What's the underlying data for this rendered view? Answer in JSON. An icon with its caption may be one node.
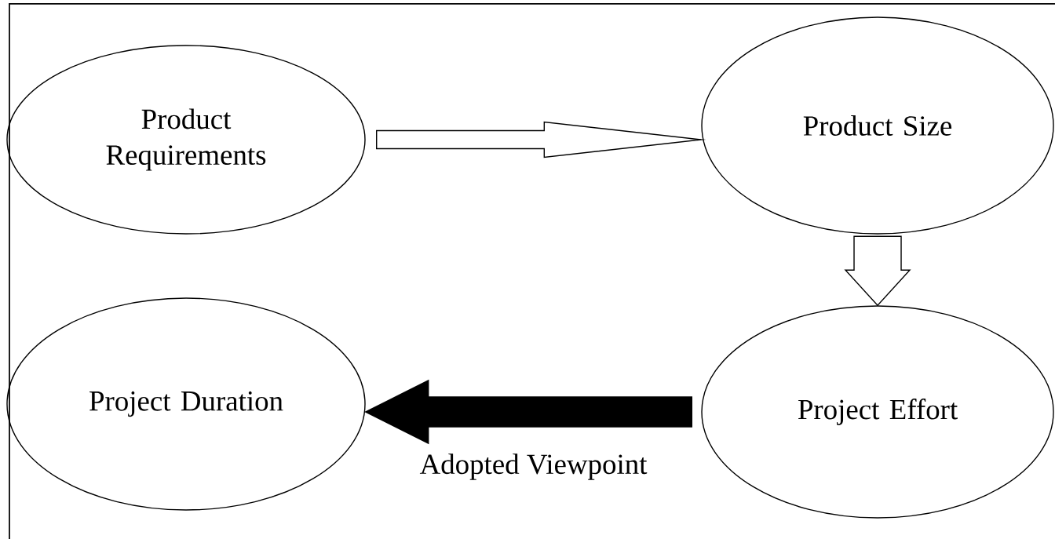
{
  "diagram": {
    "nodes": [
      {
        "text": [
          "Product Requirements"
        ]
      },
      {
        "text": [
          "Product Size"
        ]
      },
      {
        "text": [
          "Project Duration"
        ]
      },
      {
        "text": [
          "Project Effort"
        ]
      }
    ],
    "edges": [
      {
        "from": 0,
        "to": 1,
        "arrow": "to"
      },
      {
        "from": 1,
        "to": 3,
        "arrow": "to"
      },
      {
        "from": 3,
        "to": 2,
        "arrow": "to",
        "label": "Adopted Viewpoint",
        "style": "thick"
      }
    ]
  }
}
